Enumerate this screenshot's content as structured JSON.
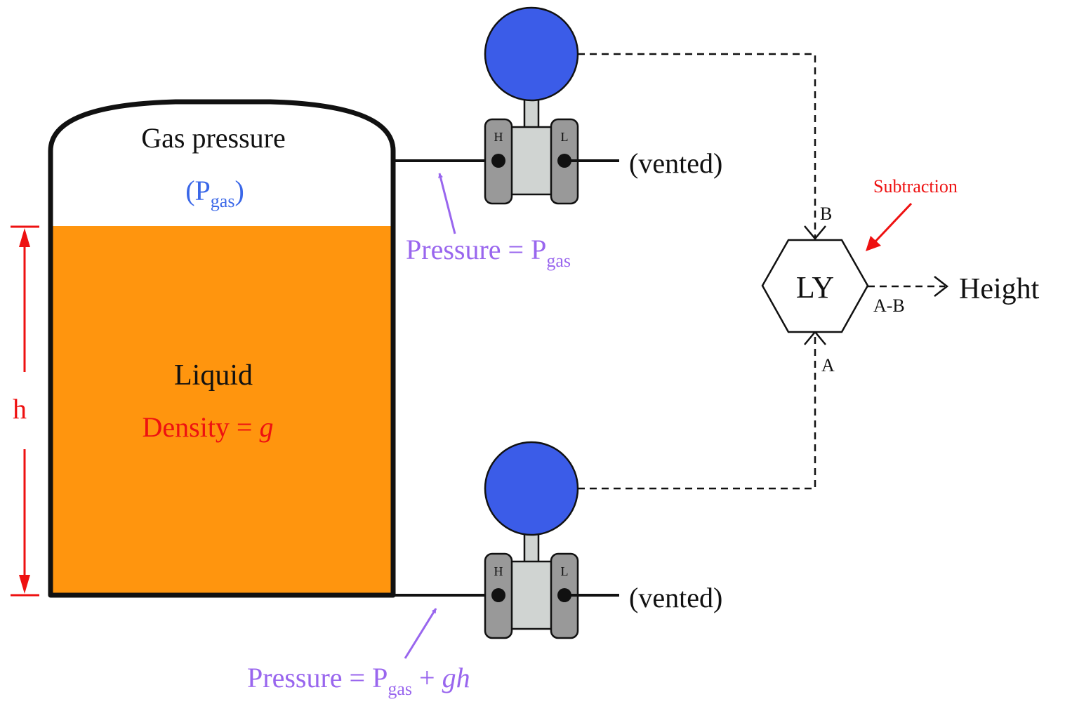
{
  "tank": {
    "gas_title": "Gas pressure",
    "gas_symbol_open": "(P",
    "gas_symbol_sub": "gas",
    "gas_symbol_close": ")",
    "liquid_title": "Liquid",
    "density_text": "Density = ",
    "density_symbol": "g",
    "height_label": "h"
  },
  "transmitters": {
    "top": {
      "high_port": "H",
      "low_port": "L",
      "vent_label": "(vented)"
    },
    "bottom": {
      "high_port": "H",
      "low_port": "L",
      "vent_label": "(vented)"
    }
  },
  "annotations": {
    "top_pressure_prefix": "Pressure = P",
    "top_pressure_sub": "gas",
    "bottom_pressure_prefix": "Pressure = P",
    "bottom_pressure_sub": "gas",
    "bottom_pressure_plus": " + ",
    "bottom_pressure_term": "gh"
  },
  "relay": {
    "tag": "LY",
    "input_b": "B",
    "input_a": "A",
    "output_label": "A-B",
    "function_label": "Subtraction",
    "output_text": "Height"
  },
  "colors": {
    "liquid": "#FF950E",
    "transmitter_head": "#3B5CE8",
    "transmitter_flange": "#999999",
    "transmitter_body": "#D0D4D2",
    "annotation_purple": "#9966EE",
    "dimension_red": "#EE1111",
    "gas_symbol_blue": "#3A67E8"
  }
}
